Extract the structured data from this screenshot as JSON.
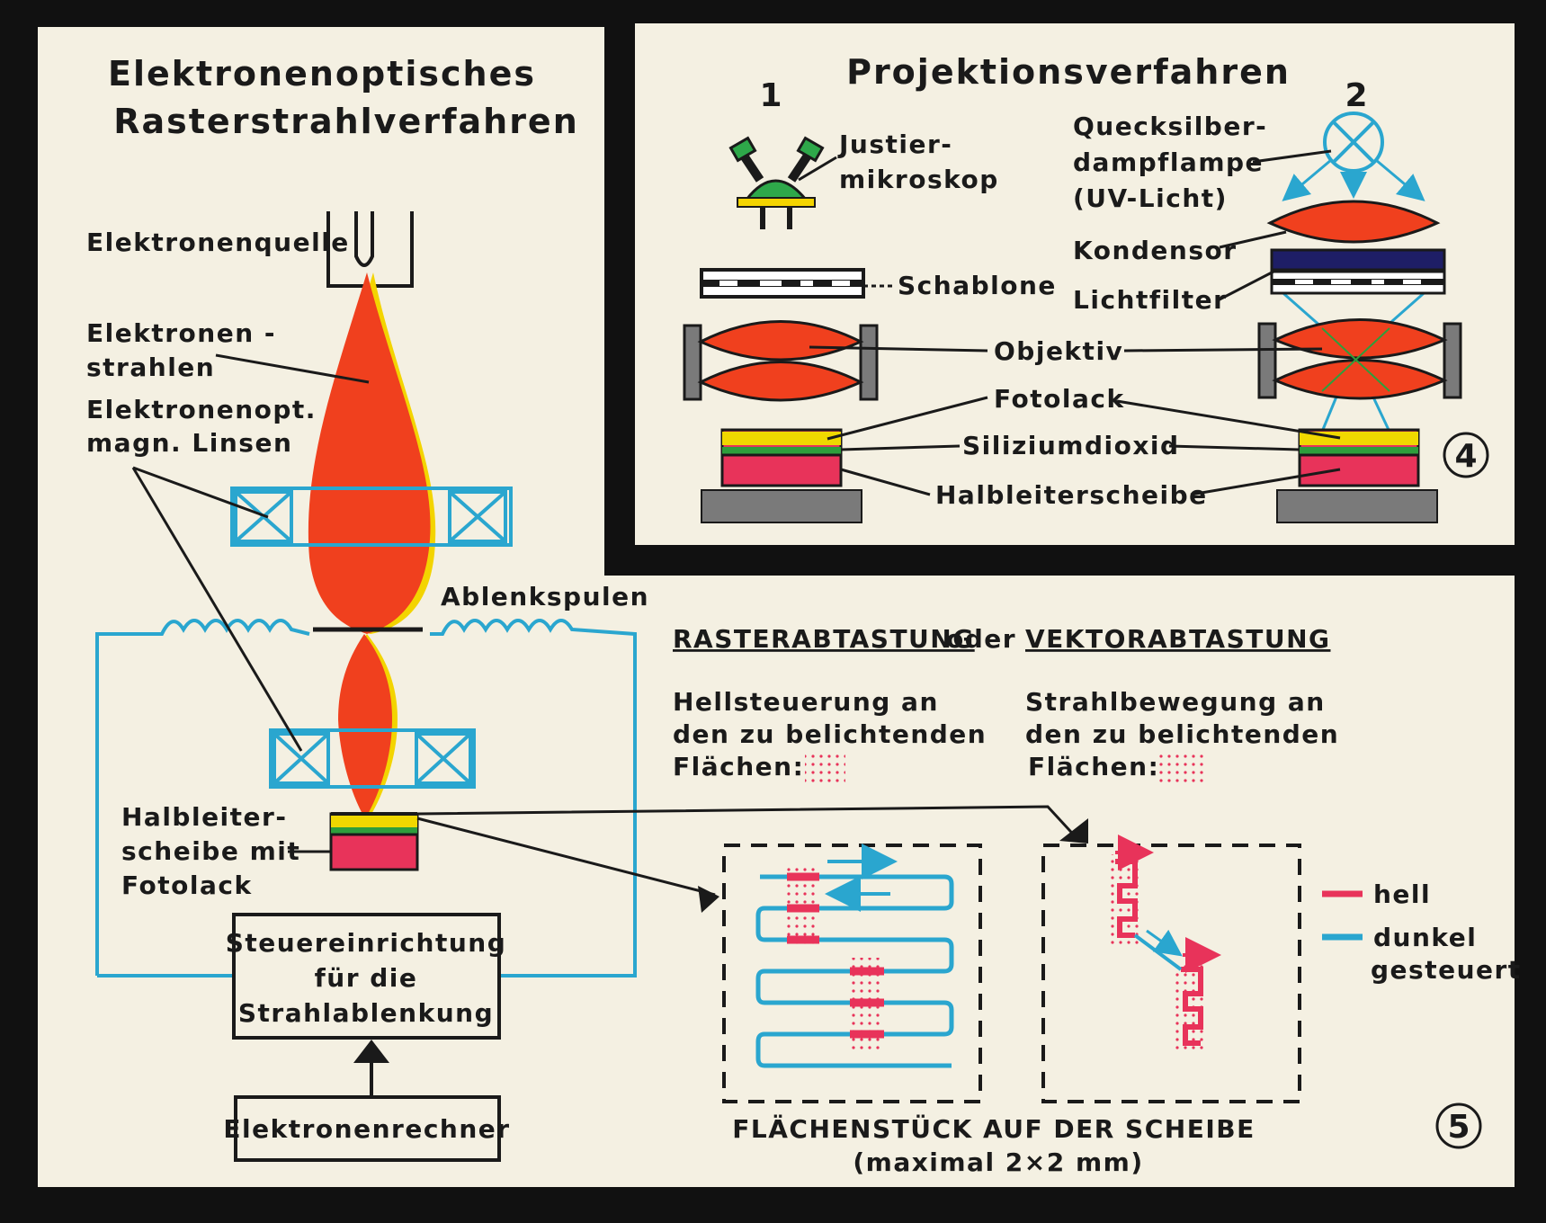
{
  "colors": {
    "background": "#111111",
    "paper": "#f4f0e2",
    "beam_red": "#f0401e",
    "beam_yellow": "#f3d400",
    "lens_cyan": "#2aa6cf",
    "black": "#1a1a1a",
    "substrate_pink": "#e8335a",
    "oxide_green": "#2e9e3c",
    "photoresist_yellow": "#f0d800",
    "base_gray": "#7a7a7a",
    "filter_navy": "#1e1e66",
    "microscope_green": "#2ea84a"
  },
  "left_panel": {
    "title_line1": "Elektronenoptisches",
    "title_line2": "Rasterstrahlverfahren",
    "labels": {
      "electron_source": "Elektronenquelle",
      "electron_beams_1": "Elektronen -",
      "electron_beams_2": "strahlen",
      "lenses_1": "Elektronenopt.",
      "lenses_2": "magn. Linsen",
      "deflection_coils": "Ablenkspulen",
      "wafer_1": "Halbleiter-",
      "wafer_2": "scheibe mit",
      "wafer_3": "Fotolack",
      "control_1": "Steuereinrichtung",
      "control_2": "für die",
      "control_3": "Strahlablenkung",
      "computer": "Elektronenrechner"
    }
  },
  "right_top_panel": {
    "title": "Projektionsverfahren",
    "method_1": "1",
    "method_2": "2",
    "figure_number": "4",
    "labels": {
      "microscope_1": "Justier-",
      "microscope_2": "mikroskop",
      "lamp_1": "Quecksilber-",
      "lamp_2": "dampflampe",
      "lamp_3": "(UV-Licht)",
      "condenser": "Kondensor",
      "template": "Schablone",
      "light_filter": "Lichtfilter",
      "objective": "Objektiv",
      "photoresist": "Fotolack",
      "silicon_dioxide": "Siliziumdioxid",
      "wafer": "Halbleiterscheibe"
    }
  },
  "right_bottom_panel": {
    "raster_heading": "RASTERABTASTUNG",
    "or": "oder",
    "vector_heading": "VEKTORABTASTUNG",
    "raster_desc_1": "Hellsteuerung an",
    "raster_desc_2": "den zu belichtenden",
    "raster_desc_3": "Flächen:",
    "vector_desc_1": "Strahlbewegung an",
    "vector_desc_2": "den zu belichtenden",
    "vector_desc_3": "Flächen:",
    "legend_bright": "hell",
    "legend_dark_1": "dunkel",
    "legend_dark_2": "gesteuert",
    "caption_1": "FLÄCHENSTÜCK AUF DER SCHEIBE",
    "caption_2": "(maximal 2×2 mm)",
    "figure_number": "5"
  }
}
